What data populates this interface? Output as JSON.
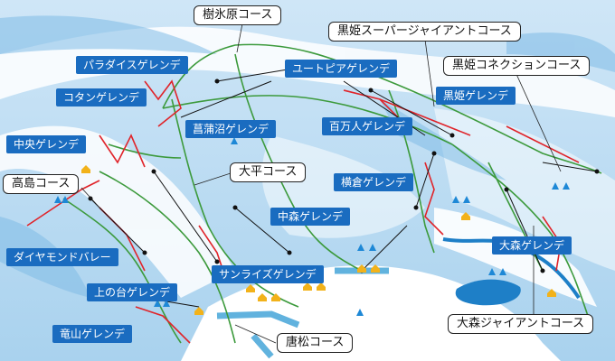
{
  "map": {
    "courses": {
      "jyuhyogen": "樹氷原コース",
      "kurohime_super_giant": "黒姫スーパージャイアントコース",
      "kurohime_connection": "黒姫コネクションコース",
      "taihei": "大平コース",
      "takashima": "高島コース",
      "omori_giant": "大森ジャイアントコース",
      "karamatsu": "唐松コース"
    },
    "gelande": {
      "paradise": "パラダイスゲレンデ",
      "kotan": "コタンゲレンデ",
      "chuo": "中央ゲレンデ",
      "diamond_valley": "ダイヤモンドバレー",
      "uenodai": "上の台ゲレンデ",
      "tatsuyama": "竜山ゲレンデ",
      "ayamedaira": "菖蒲沼ゲレンデ",
      "utopia": "ユートピアゲレンデ",
      "hyakumannin": "百万人ゲレンデ",
      "kurohime": "黒姫ゲレンデ",
      "yokokura": "横倉ゲレンデ",
      "nakamori": "中森ゲレンデ",
      "sunrise": "サンライズゲレンデ",
      "omori": "大森ゲレンデ"
    }
  }
}
